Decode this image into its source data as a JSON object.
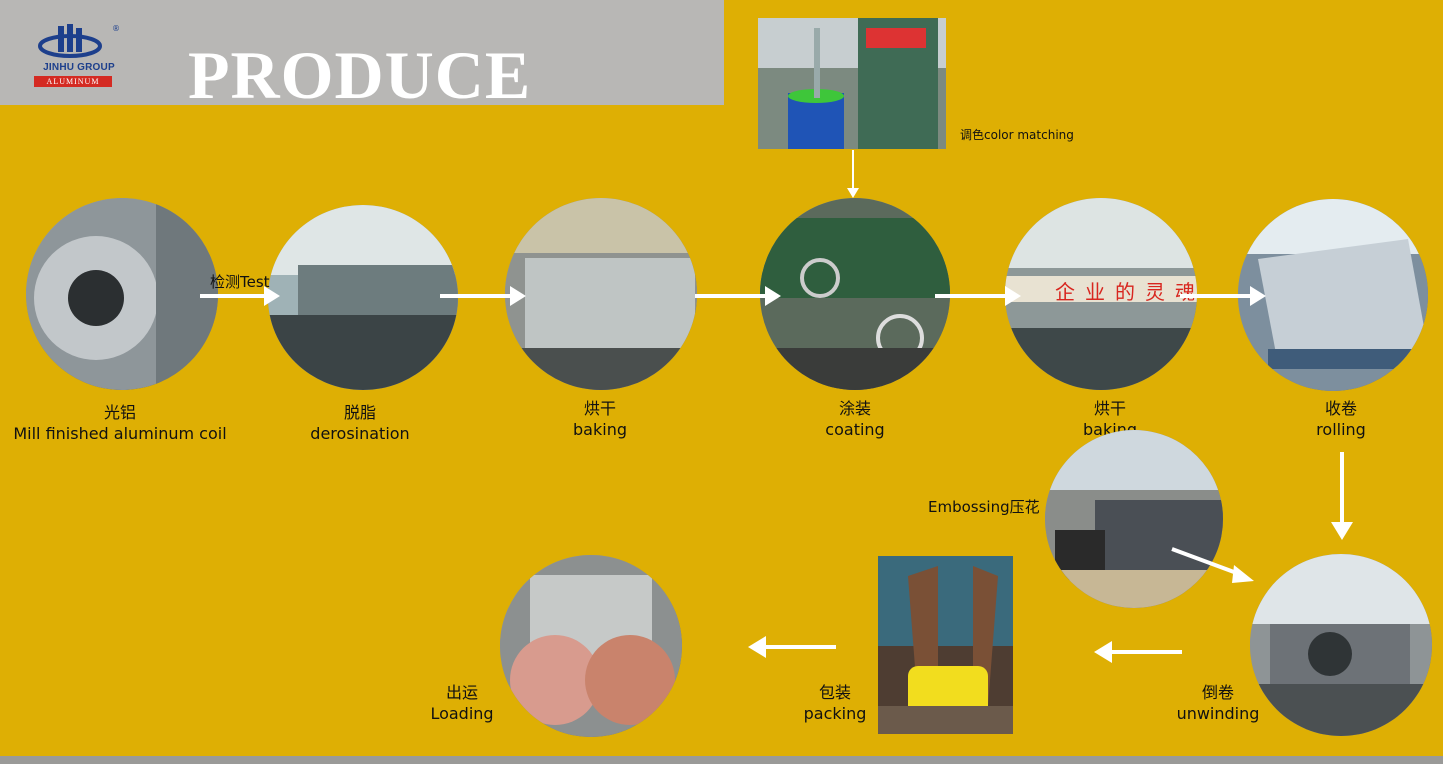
{
  "header": {
    "title": "PRODUCE",
    "logo_name": "JINHU GROUP",
    "logo_sub": "ALUMINUM",
    "logo_mark": "®"
  },
  "notes": {
    "test": "检测Test",
    "color_matching": "调色color matching",
    "embossing": "Embossing压花"
  },
  "steps": [
    {
      "zh": "光铝",
      "en": "Mill finished aluminum coil"
    },
    {
      "zh": "脱脂",
      "en": "derosination"
    },
    {
      "zh": "烘干",
      "en": "baking"
    },
    {
      "zh": "涂装",
      "en": "coating"
    },
    {
      "zh": "烘干",
      "en": "baking"
    },
    {
      "zh": "收卷",
      "en": "rolling"
    },
    {
      "zh": "倒卷",
      "en": "unwinding"
    },
    {
      "zh": "包装",
      "en": "packing"
    },
    {
      "zh": "出运",
      "en": "Loading"
    }
  ],
  "banner_text": "企业的灵魂",
  "colors": {
    "background": "#deaf04",
    "header": "#b8b7b5",
    "arrow": "#ffffff",
    "brand": "#1d3f8c"
  }
}
